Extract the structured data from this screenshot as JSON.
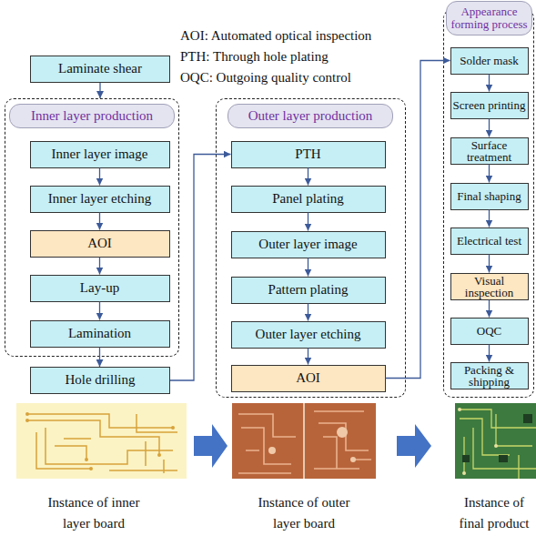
{
  "diagram": {
    "nodes": [
      {
        "text": [
          "Laminate shear"
        ]
      },
      {
        "text": [
          "Inner layer production"
        ]
      },
      {
        "text": [
          "Inner layer image"
        ],
        "in": 1
      },
      {
        "text": [
          "Inner layer etching"
        ],
        "in": 1
      },
      {
        "text": [
          "AOI"
        ],
        "in": 1
      },
      {
        "text": [
          "Lay-up"
        ],
        "in": 1
      },
      {
        "text": [
          "Lamination"
        ],
        "in": 1
      },
      {
        "text": [
          "Hole drilling"
        ]
      },
      {
        "text": [
          "Outer layer production"
        ]
      },
      {
        "text": [
          "PTH"
        ],
        "in": 8
      },
      {
        "text": [
          "Panel plating"
        ],
        "in": 8
      },
      {
        "text": [
          "Outer layer image"
        ],
        "in": 8
      },
      {
        "text": [
          "Pattern plating"
        ],
        "in": 8
      },
      {
        "text": [
          "Outer layer etching"
        ],
        "in": 8
      },
      {
        "text": [
          "AOI"
        ],
        "in": 8
      },
      {
        "text": [
          "Appearance forming process"
        ]
      },
      {
        "text": [
          "Solder mask"
        ],
        "in": 15
      },
      {
        "text": [
          "Screen printing"
        ],
        "in": 15
      },
      {
        "text": [
          "Surface treatment"
        ],
        "in": 15
      },
      {
        "text": [
          "Final shaping"
        ],
        "in": 15
      },
      {
        "text": [
          "Electrical test"
        ],
        "in": 15
      },
      {
        "text": [
          "Visual inspection"
        ],
        "in": 15
      },
      {
        "text": [
          "OQC"
        ],
        "in": 15
      },
      {
        "text": [
          "Packing & shipping"
        ],
        "in": 15
      }
    ],
    "edges": [
      {
        "from": 0,
        "to": 1,
        "arrow": "to"
      },
      {
        "from": 2,
        "to": 3,
        "arrow": "to"
      },
      {
        "from": 3,
        "to": 4,
        "arrow": "to"
      },
      {
        "from": 4,
        "to": 5,
        "arrow": "to"
      },
      {
        "from": 5,
        "to": 6,
        "arrow": "to"
      },
      {
        "from": 6,
        "to": 7,
        "arrow": "to"
      },
      {
        "from": 7,
        "to": 9,
        "arrow": "to"
      },
      {
        "from": 9,
        "to": 10,
        "arrow": "to"
      },
      {
        "from": 10,
        "to": 11,
        "arrow": "to"
      },
      {
        "from": 11,
        "to": 12,
        "arrow": "to"
      },
      {
        "from": 12,
        "to": 13,
        "arrow": "to"
      },
      {
        "from": 13,
        "to": 14,
        "arrow": "to"
      },
      {
        "from": 14,
        "to": 16,
        "arrow": "to"
      },
      {
        "from": 16,
        "to": 17,
        "arrow": "to"
      },
      {
        "from": 17,
        "to": 18,
        "arrow": "to"
      },
      {
        "from": 18,
        "to": 19,
        "arrow": "to"
      },
      {
        "from": 19,
        "to": 20,
        "arrow": "to"
      },
      {
        "from": 20,
        "to": 21,
        "arrow": "to"
      },
      {
        "from": 21,
        "to": 22,
        "arrow": "to"
      },
      {
        "from": 22,
        "to": 23,
        "arrow": "to"
      }
    ],
    "labels": [
      "AOI: Automated optical inspection",
      "PTH: Through hole plating",
      "OQC: Outgoing quality control",
      "Instance of inner layer board",
      "Instance of outer layer board",
      "Instance of final product"
    ]
  }
}
